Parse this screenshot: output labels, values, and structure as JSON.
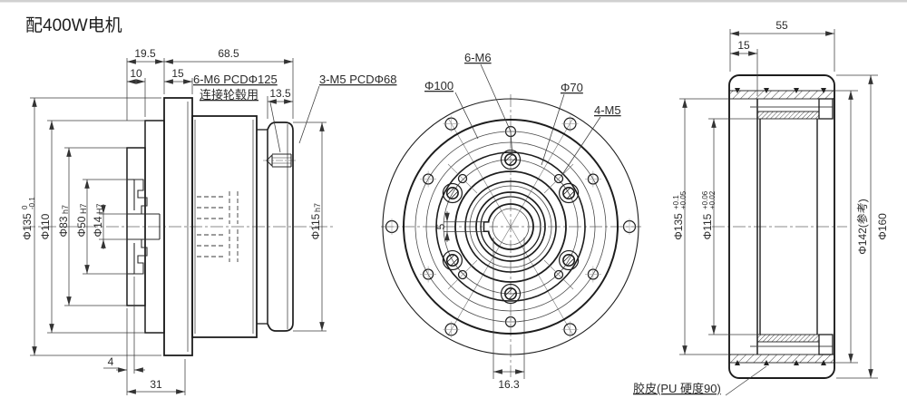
{
  "title": "配400W电机",
  "left_view": {
    "dim_19_5": "19.5",
    "dim_68_5": "68.5",
    "dim_10": "10",
    "dim_15": "15",
    "dim_13_5": "13.5",
    "dim_4": "4",
    "dim_31": "31",
    "label_6m6": "6-M6 PCDΦ125",
    "label_6m6_note": "连接轮毂用",
    "label_3m5": "3-M5 PCDΦ68",
    "dia_135": "Φ135",
    "dia_135_tol_up": "0",
    "dia_135_tol_dn": "-0.1",
    "dia_110": "Φ110",
    "dia_83": "Φ83",
    "dia_83_fit": "h7",
    "dia_50": "Φ50",
    "dia_50_fit": "H7",
    "dia_14": "Φ14",
    "dia_14_fit": "H7",
    "dia_115": "Φ115",
    "dia_115_fit": "h7"
  },
  "front_view": {
    "label_6m6": "6-M6",
    "label_d100": "Φ100",
    "label_d70": "Φ70",
    "label_4m5": "4-M5",
    "dim_key_width": "5",
    "dim_16_3": "16.3"
  },
  "right_view": {
    "dim_55": "55",
    "dim_15": "15",
    "dia_135": "Φ135",
    "dia_135_tol_up": "+0.1",
    "dia_135_tol_dn": "+0.05",
    "dia_115": "Φ115",
    "dia_115_tol_up": "+0.06",
    "dia_115_tol_dn": "+0.02",
    "dia_142": "Φ142(参考)",
    "dia_160": "Φ160",
    "label_rubber": "胶皮(PU 硬度90)"
  }
}
